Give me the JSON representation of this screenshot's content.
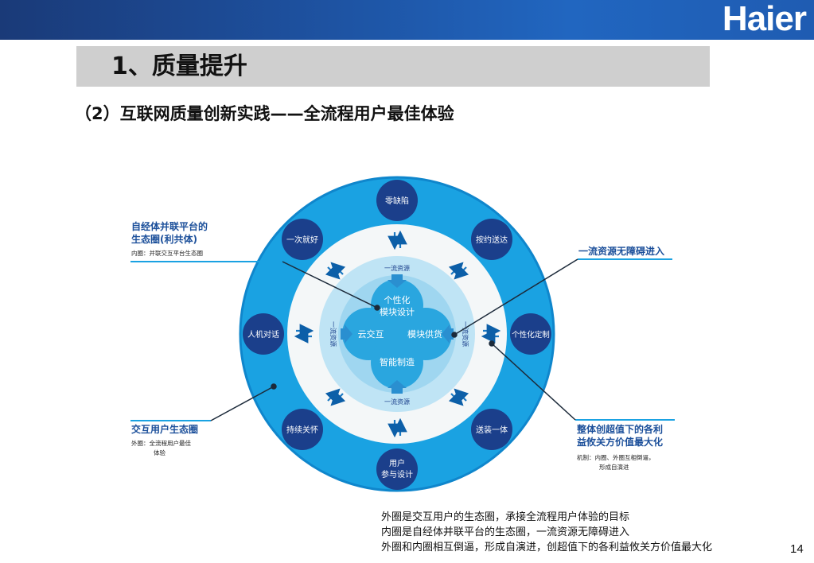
{
  "brand": {
    "logo_text": "Haier"
  },
  "title": "1、质量提升",
  "subtitle": "（2）互联网质量创新实践——全流程用户最佳体验",
  "page_number": "14",
  "notes": [
    "外圈是交互用户的生态圈，承接全流程用户体验的目标",
    "内圈是自经体并联平台的生态圈，一流资源无障碍进入",
    "外圈和内圈相互倒逼，形成自演进，创超值下的各利益攸关方价值最大化"
  ],
  "diagram": {
    "outer_nodes": [
      "零缺陷",
      "按约送达",
      "个性化定制",
      "送装一体",
      "用户参与设计",
      "持续关怀",
      "人机对话",
      "一次就好"
    ],
    "center": {
      "top": "个性化模块设计",
      "left": "云交互",
      "right": "模块供货",
      "bottom": "智能制造"
    },
    "resource_labels": {
      "top": "一流资源",
      "bottom": "一流资源",
      "left": "一流资源",
      "right": "一流资源"
    },
    "callouts": {
      "top_left": {
        "title": "自经体并联平台的生态圈(利共体)",
        "sub": "内圈：并联交互平台生态圈"
      },
      "top_right": {
        "title": "一流资源无障碍进入"
      },
      "bottom_left": {
        "title": "交互用户生态圈",
        "sub": "外圈：全流程用户最佳体验"
      },
      "bottom_right": {
        "title": "整体创超值下的各利益攸关方价值最大化",
        "sub": "机制：内圈、外圈互相倒逼，形成自演进"
      }
    }
  },
  "colors": {
    "outer_ring": "#1aa2e2",
    "outer_ring_edge": "#0f86cc",
    "white_ring": "#f4f7f8",
    "inner_ring": "#9fd6f0",
    "node": "#1b3f8b",
    "petal": "#2aa6df",
    "accent_line": "#1c2a3a"
  }
}
